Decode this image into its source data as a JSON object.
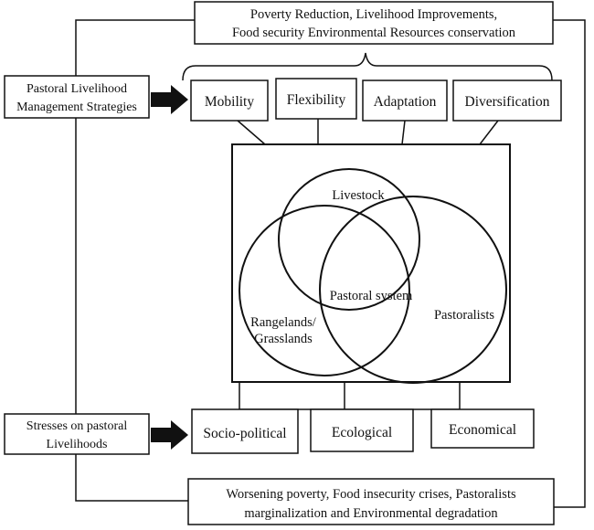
{
  "top_outcome": {
    "line1": "Poverty Reduction, Livelihood Improvements,",
    "line2": "Food security Environmental Resources conservation"
  },
  "strategies_label": {
    "line1": "Pastoral Livelihood",
    "line2": "Management Strategies"
  },
  "strategies": [
    "Mobility",
    "Flexibility",
    "Adaptation",
    "Diversification"
  ],
  "venn": {
    "livestock": "Livestock",
    "pastoralists": "Pastoralists",
    "rangelands_line1": "Rangelands/",
    "rangelands_line2": "Grasslands",
    "center": "Pastoral system"
  },
  "stresses_label": {
    "line1": "Stresses on pastoral",
    "line2": "Livelihoods"
  },
  "stresses": [
    "Socio-political",
    "Ecological",
    "Economical"
  ],
  "bottom_outcome": {
    "line1": "Worsening poverty, Food insecurity crises, Pastoralists",
    "line2": "marginalization and Environmental degradation"
  }
}
